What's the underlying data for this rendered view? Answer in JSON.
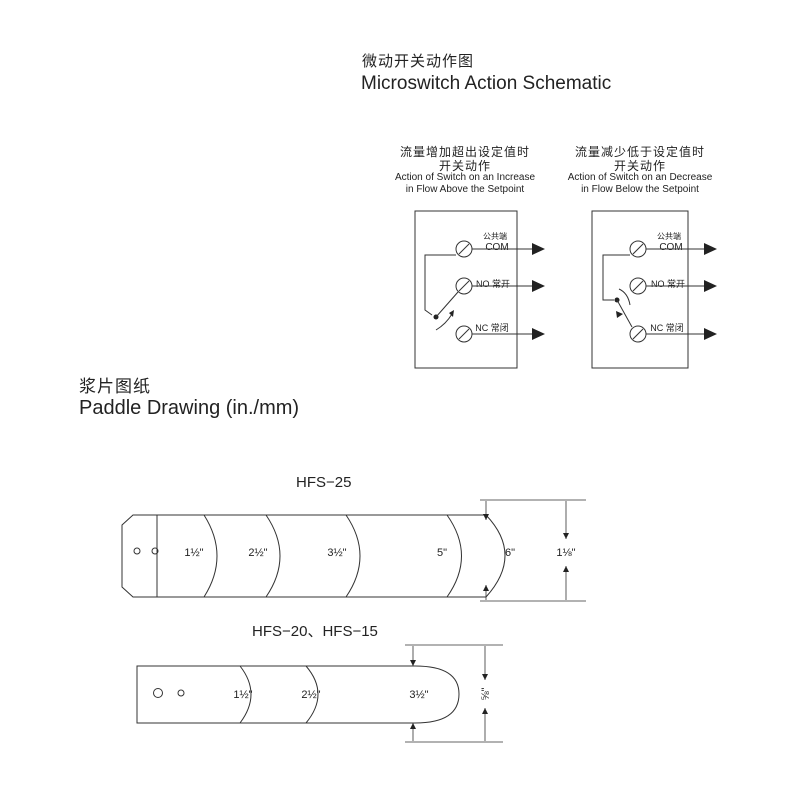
{
  "microswitch": {
    "title_cn": "微动开关动作图",
    "title_en": "Microswitch Action Schematic",
    "increase": {
      "caption_cn_1": "流量增加超出设定值时",
      "caption_cn_2": "开关动作",
      "caption_en_1": "Action of Switch on an Increase",
      "caption_en_2": "in Flow Above the Setpoint"
    },
    "decrease": {
      "caption_cn_1": "流量减少低于设定值时",
      "caption_cn_2": "开关动作",
      "caption_en_1": "Action of Switch on an Decrease",
      "caption_en_2": "in Flow Below the Setpoint"
    },
    "terminals": {
      "common_cn": "公共端",
      "com": "COM",
      "no": "NO 常开",
      "nc": "NC 常闭"
    }
  },
  "paddle": {
    "title_cn": "浆片图纸",
    "title_en": "Paddle Drawing (in./mm)",
    "hfs25": {
      "label": "HFS−25",
      "cuts": [
        "1½\"",
        "2½\"",
        "3½\"",
        "5\"",
        "6\""
      ],
      "width": "1⅛\""
    },
    "hfs20": {
      "label": "HFS−20、HFS−15",
      "cuts": [
        "1½\"",
        "2½\"",
        "3½\""
      ],
      "width": "⅝\""
    }
  }
}
